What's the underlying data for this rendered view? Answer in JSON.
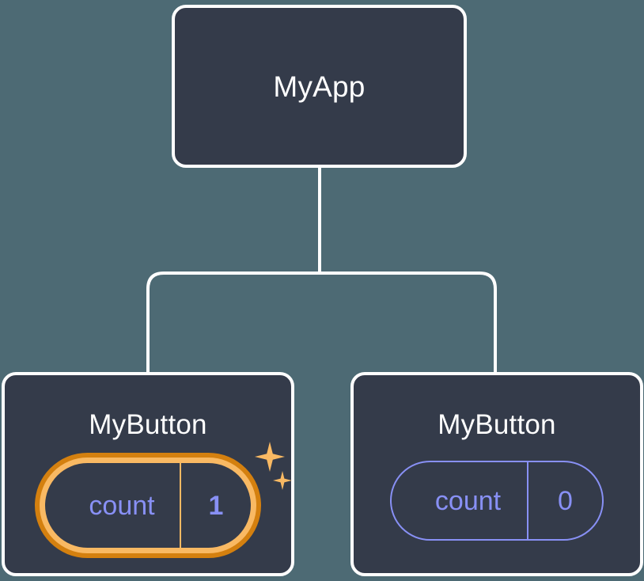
{
  "diagram": {
    "kind": "component-tree",
    "background_color": "#4d6a74",
    "root": {
      "title": "MyApp"
    },
    "children": [
      {
        "title": "MyButton",
        "state": {
          "key": "count",
          "value": "1",
          "highlighted": true,
          "ring_outer_color": "#d4800f",
          "ring_inner_color": "#f9b963",
          "text_color": "#8890f5",
          "sparkles": [
            "sparkle-large",
            "sparkle-small"
          ]
        }
      },
      {
        "title": "MyButton",
        "state": {
          "key": "count",
          "value": "0",
          "highlighted": false,
          "border_color": "#8890f5",
          "text_color": "#8890f5"
        }
      }
    ],
    "card": {
      "fill_color": "#343b4a",
      "border_color": "#ffffff"
    },
    "connector": {
      "color": "#ffffff"
    }
  }
}
